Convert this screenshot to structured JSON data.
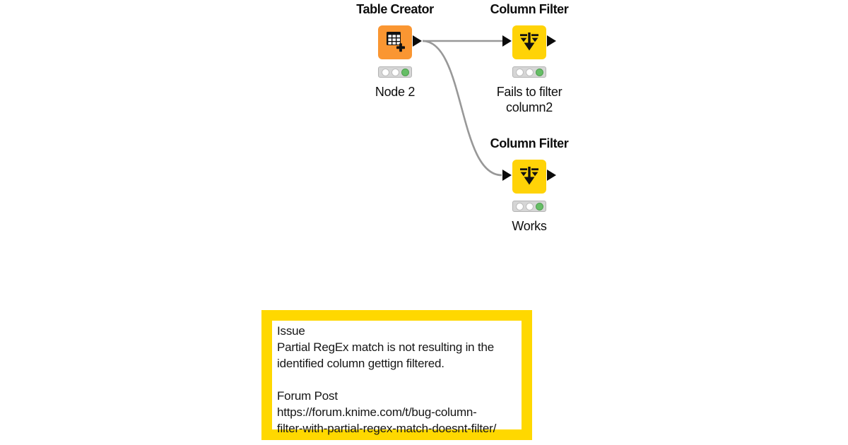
{
  "workflow": {
    "nodes": [
      {
        "title": "Table Creator",
        "label": "Node 2",
        "label2": "",
        "color": "#fa9632",
        "type": "source",
        "icon": "table-create-icon",
        "status": "executed"
      },
      {
        "title": "Column Filter",
        "label": "Fails to filter",
        "label2": "column2",
        "color": "#ffd307",
        "type": "manipulator",
        "icon": "column-filter-icon",
        "status": "executed"
      },
      {
        "title": "Column Filter",
        "label": "Works",
        "label2": "",
        "color": "#ffd307",
        "type": "manipulator",
        "icon": "column-filter-icon",
        "status": "executed"
      }
    ],
    "connections": [
      {
        "from": "Table Creator",
        "to": "Column Filter (Fails to filter column2)"
      },
      {
        "from": "Table Creator",
        "to": "Column Filter (Works)"
      }
    ],
    "connection_color": "#989898",
    "status_green": "#66be66"
  },
  "annotation": {
    "border_color": "#ffd800",
    "lines": [
      "Issue",
      "Partial RegEx match is not resulting in the",
      "identified column gettign filtered.",
      "",
      "Forum Post",
      "https://forum.knime.com/t/bug-column-",
      "filter-with-partial-regex-match-doesnt-filter/"
    ]
  }
}
